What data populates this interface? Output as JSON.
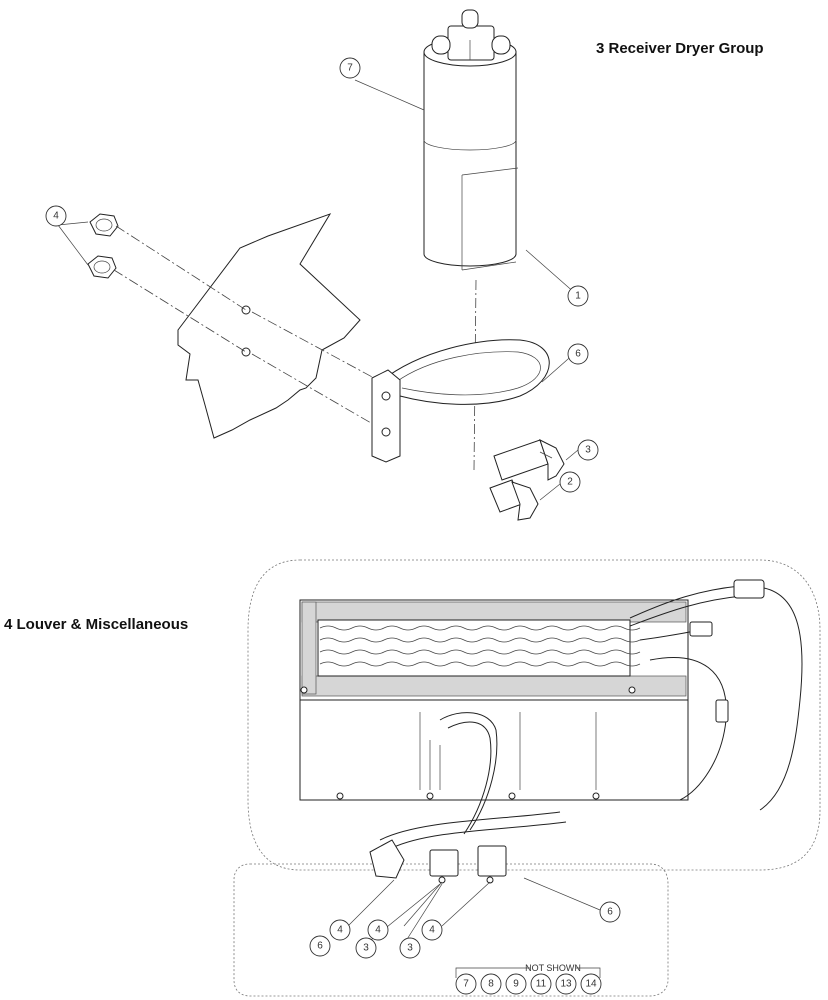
{
  "sections": [
    {
      "id": "receiver-dryer",
      "title": "3 Receiver Dryer Group"
    },
    {
      "id": "louver",
      "title": "4 Louver & Miscellaneous"
    }
  ],
  "callouts_top": [
    "7",
    "4",
    "1",
    "6",
    "3",
    "2"
  ],
  "callouts_bottom": [
    "4",
    "6",
    "4",
    "3",
    "3",
    "4",
    "6"
  ],
  "not_shown": {
    "label": "NOT SHOWN",
    "items": [
      "7",
      "8",
      "9",
      "11",
      "13",
      "14"
    ]
  }
}
